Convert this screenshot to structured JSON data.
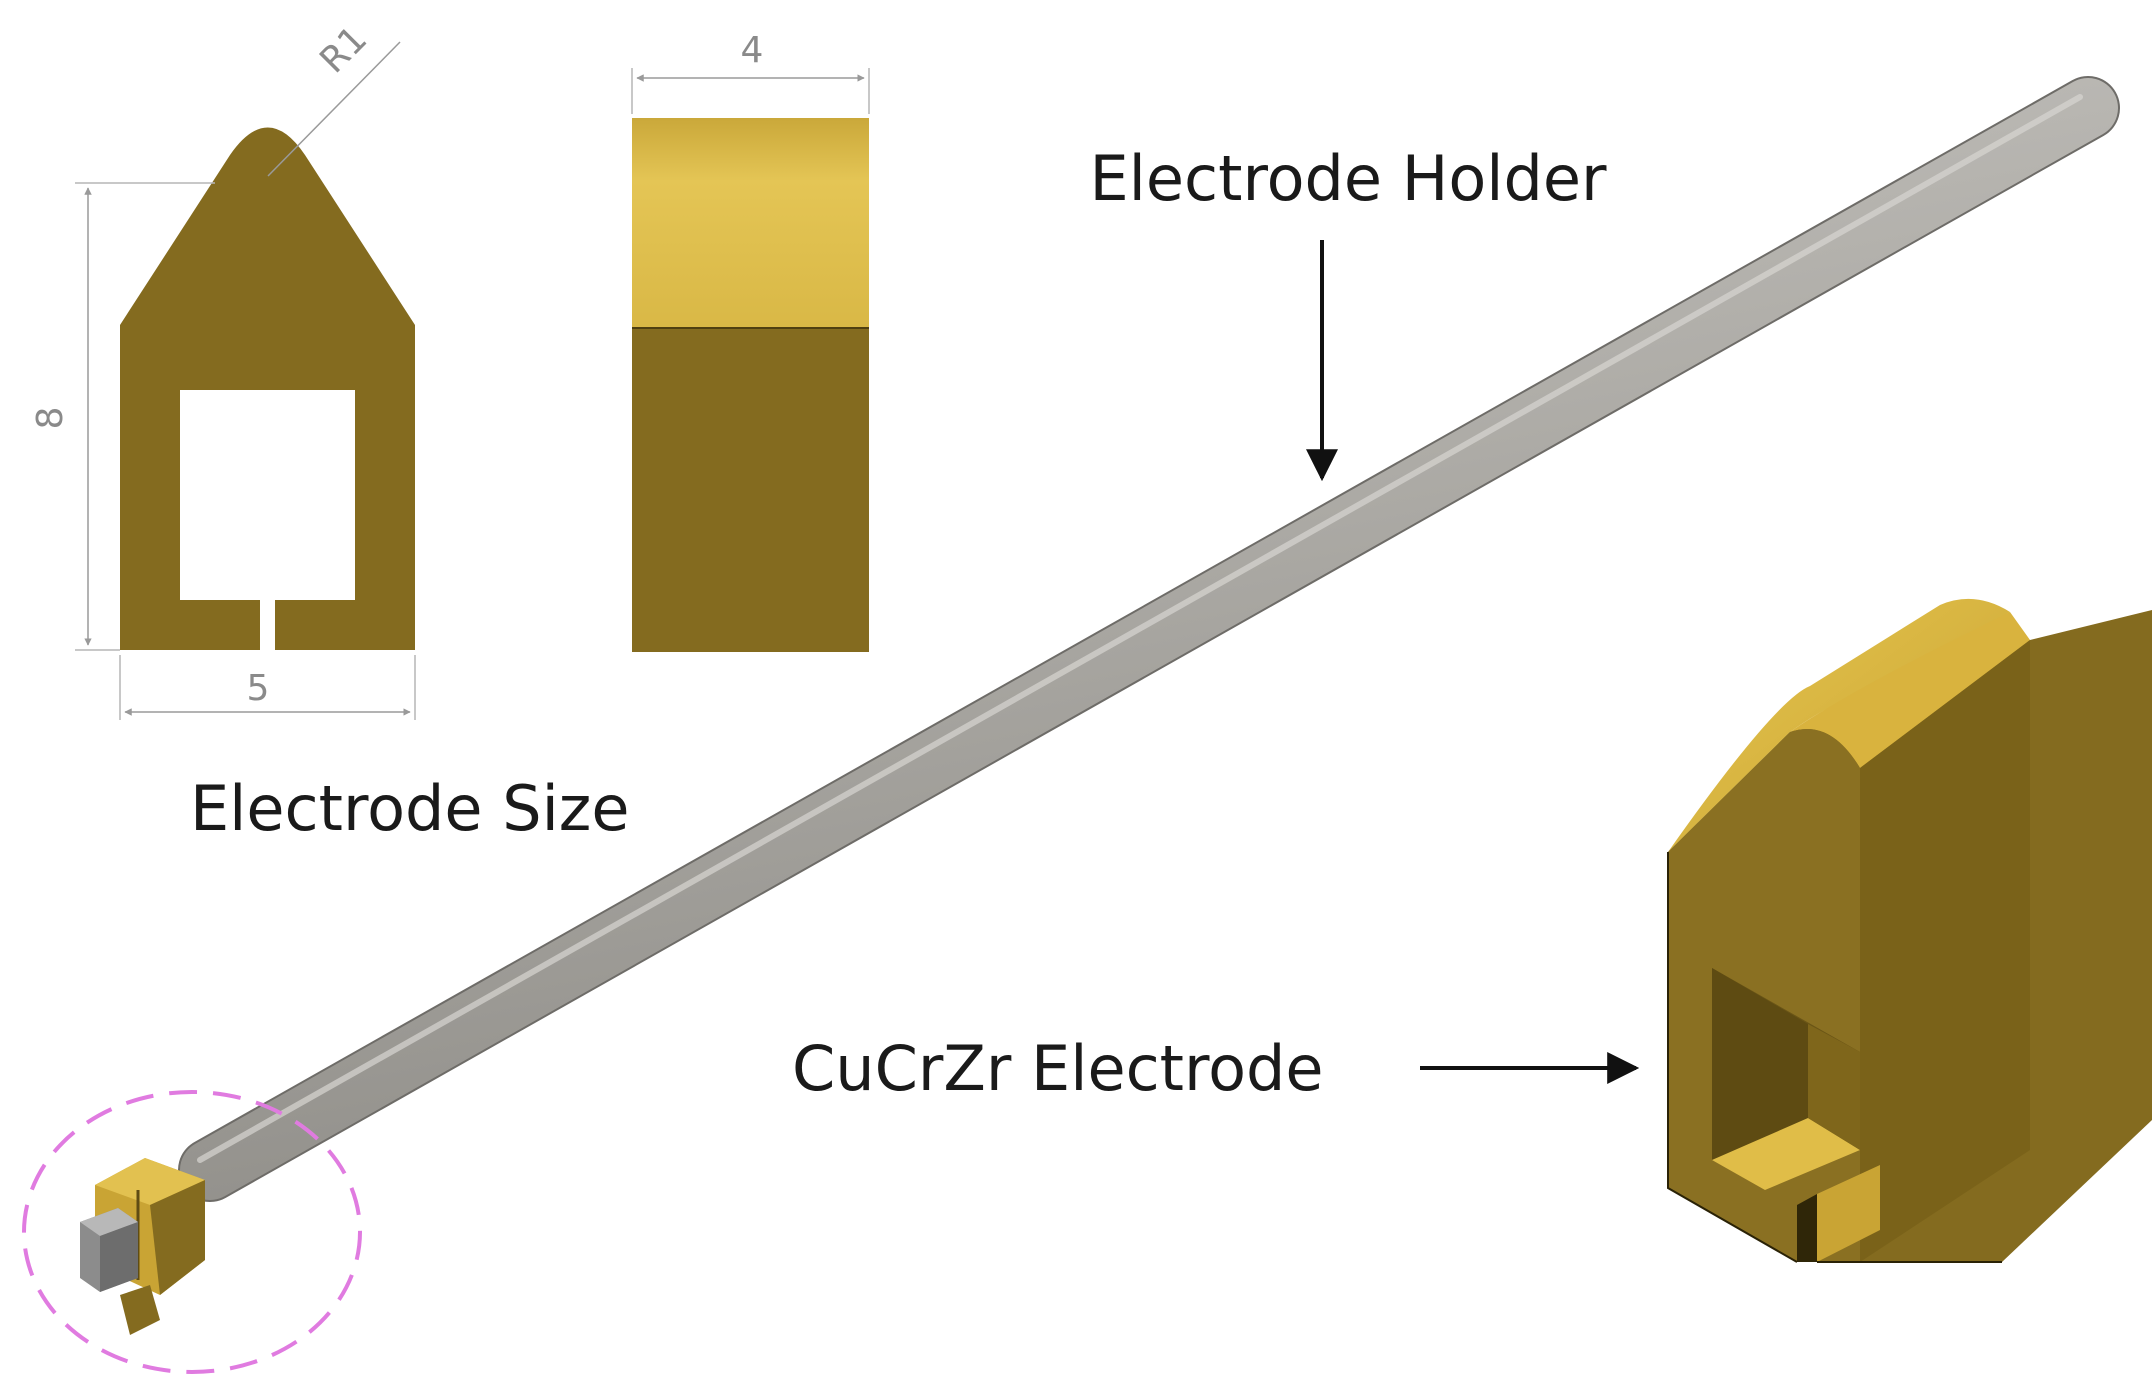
{
  "labels": {
    "electrode_holder": "Electrode Holder",
    "electrode_size": "Electrode Size",
    "cucrzr_electrode": "CuCrZr Electrode"
  },
  "dimensions": {
    "radius": "R1",
    "height": "8",
    "width": "5",
    "thickness": "4"
  },
  "colors": {
    "bronze_dark": "#846b1f",
    "bronze_light": "#d9b846",
    "steel": "#a7a5a0",
    "highlight_circle": "#e07be0"
  }
}
